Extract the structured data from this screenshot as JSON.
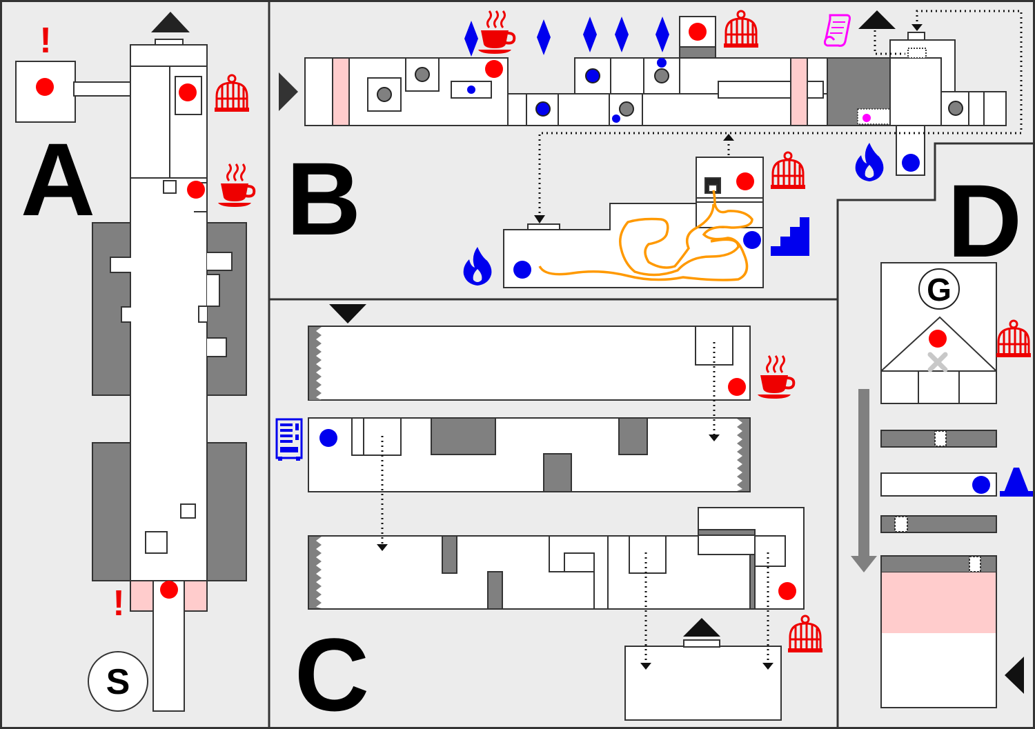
{
  "regions": {
    "a": "A",
    "b": "B",
    "c": "C",
    "d": "D"
  },
  "markers": {
    "start": "S",
    "goal": "G",
    "alert": "!"
  },
  "colors": {
    "background": "#ececec",
    "room": "#ffffff",
    "wall": "#808080",
    "danger_zone": "#ffcccc",
    "enemy": "#ff0000",
    "player_item": "#0000ff",
    "route": "#ff9900",
    "special_item": "#ff00ff",
    "arrow": "#222222"
  },
  "icons": {
    "cage": "bird-cage-icon",
    "tea": "tea-cup-icon",
    "fire": "blue-flame-icon",
    "crystal": "blue-diamond-icon",
    "stairs": "stairs-icon",
    "vending_machine": "vending-machine-icon",
    "scroll": "scroll-icon",
    "cone": "cone-icon",
    "exit_arrow": "arrow-icon",
    "target": "x-mark-icon"
  }
}
